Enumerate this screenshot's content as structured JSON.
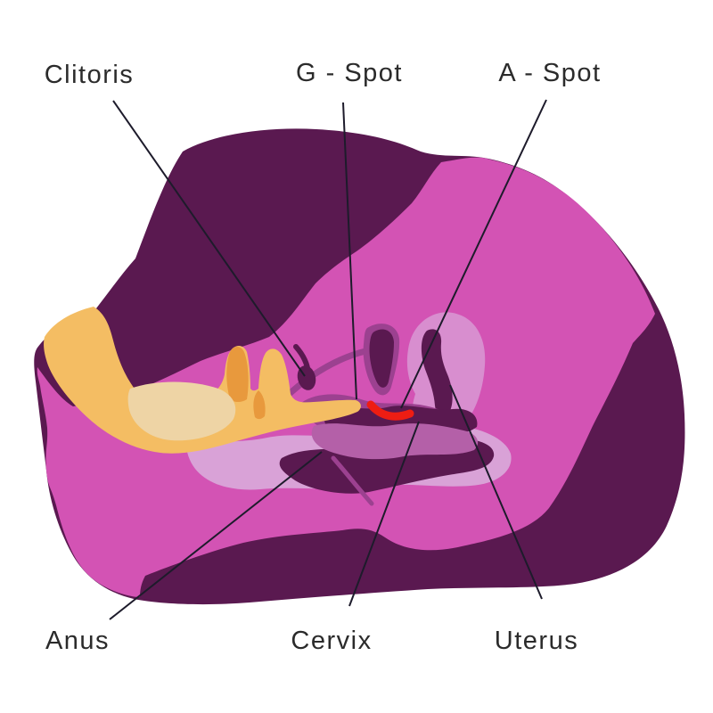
{
  "diagram": {
    "title": "Female erogenous zones anatomy illustration",
    "labels": {
      "clitoris": "Clitoris",
      "g_spot": "G - Spot",
      "a_spot": "A - Spot",
      "anus": "Anus",
      "cervix": "Cervix",
      "uterus": "Uterus"
    },
    "colors": {
      "background": "#ffffff",
      "deep_plum": "#5a1950",
      "magenta_pink": "#d353b4",
      "medium_purple": "#9c4190",
      "light_lavender": "#d9a2d7",
      "uterus_light": "#d88ecf",
      "inner_mauve": "#b460a8",
      "highlight_red": "#ee1d13",
      "hand_yellow": "#f4bd63",
      "palm_tan": "#eed4a5",
      "finger_orange": "#e8993d",
      "line_color": "#1d1b2b",
      "text_color": "#2b2b2b"
    }
  }
}
